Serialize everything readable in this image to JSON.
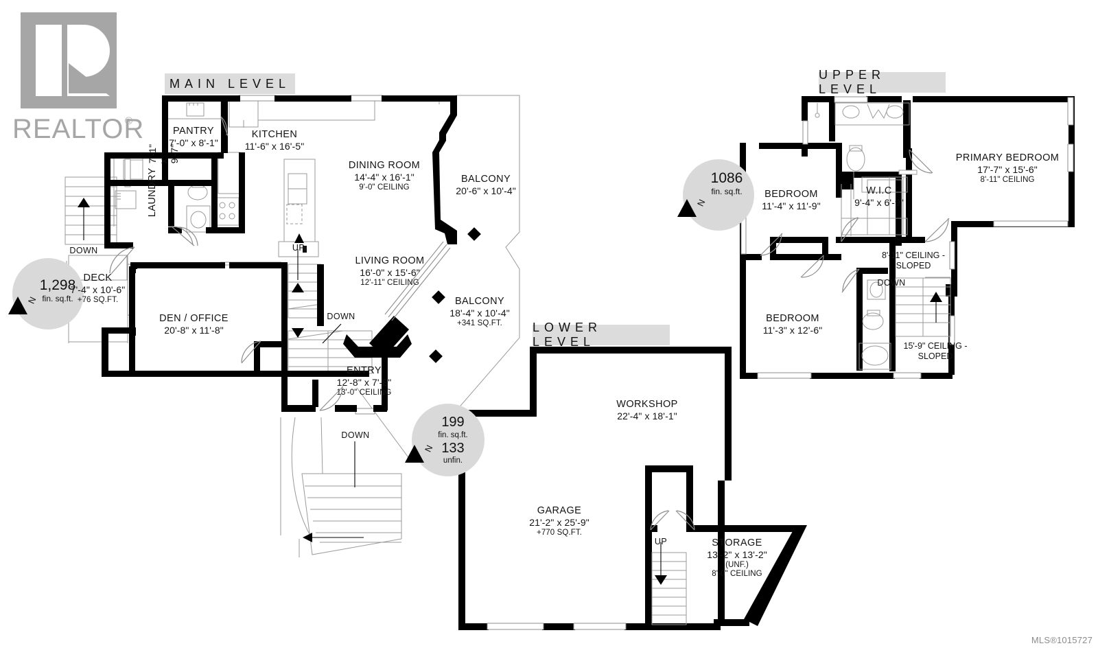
{
  "branding": {
    "logo_word": "REALTOR",
    "logo_registered": "®",
    "logo_icon": "realtor-r-logo"
  },
  "mls": {
    "label": "MLS®1015727"
  },
  "levels": [
    {
      "id": "main",
      "title": "MAIN  LEVEL"
    },
    {
      "id": "lower",
      "title": "LOWER  LEVEL"
    },
    {
      "id": "upper",
      "title": "UPPER  LEVEL"
    }
  ],
  "compasses": [
    {
      "id": "main-compass",
      "finished_area": "1,298",
      "finished_unit": "fin. sq.ft.",
      "unfinished_area": null,
      "unfinished_unit": null,
      "north_letter": "N"
    },
    {
      "id": "lower-compass",
      "finished_area": "199",
      "finished_unit": "fin. sq.ft.",
      "unfinished_area": "133",
      "unfinished_unit": "unfin.",
      "north_letter": "N"
    },
    {
      "id": "upper-compass",
      "finished_area": "1086",
      "finished_unit": "fin. sq.ft.",
      "unfinished_area": null,
      "unfinished_unit": null,
      "north_letter": "N"
    }
  ],
  "main_level": {
    "rooms": [
      {
        "name": "PANTRY",
        "dim": "7'-0\" x 8'-1\"",
        "ceiling": null
      },
      {
        "name": "KITCHEN",
        "dim": "11'-6\" x 16'-5\"",
        "ceiling": null
      },
      {
        "name": "LAUNDRY",
        "dim": "7'-1\" x 9'-7\"",
        "ceiling": null,
        "rotated": true
      },
      {
        "name": "DINING ROOM",
        "dim": "14'-4\" x 16'-1\"",
        "ceiling": "9'-0\" CEILING"
      },
      {
        "name": "LIVING ROOM",
        "dim": "16'-0\" x 15'-6\"",
        "ceiling": "12'-11\" CEILING"
      },
      {
        "name": "BALCONY",
        "dim": "20'-6\" x 10'-4\"",
        "ceiling": null
      },
      {
        "name": "BALCONY",
        "dim": "18'-4\" x 10'-4\"",
        "ceiling": null,
        "extra": "+341 SQ.FT."
      },
      {
        "name": "DECK",
        "dim": "7'-4\" x 10'-6\"",
        "ceiling": null,
        "extra": "+76 SQ.FT."
      },
      {
        "name": "DEN / OFFICE",
        "dim": "20'-8\" x 11'-8\"",
        "ceiling": null
      },
      {
        "name": "ENTRY",
        "dim": "12'-8\" x 7'-8\"",
        "ceiling": "13'-0\" CEILING"
      }
    ],
    "stair_labels": [
      {
        "text": "DOWN",
        "id": "deck-stair-down"
      },
      {
        "text": "UP",
        "id": "kitchen-stair-up"
      },
      {
        "text": "DOWN",
        "id": "center-stair-down"
      },
      {
        "text": "DOWN",
        "id": "entry-stair-down"
      }
    ]
  },
  "lower_level": {
    "rooms": [
      {
        "name": "WORKSHOP",
        "dim": "22'-4\" x 18'-1\"",
        "ceiling": null
      },
      {
        "name": "GARAGE",
        "dim": "21'-2\" x 25'-9\"",
        "ceiling": null,
        "extra": "+770 SQ.FT."
      },
      {
        "name": "STORAGE",
        "dim": "13'-2\" x 13'-2\"",
        "ceiling": "8'-0\" CEILING",
        "note": "(UNF.)"
      }
    ],
    "stair_labels": [
      {
        "text": "UP",
        "id": "garage-stair-up"
      }
    ]
  },
  "upper_level": {
    "rooms": [
      {
        "name": "BEDROOM",
        "dim": "11'-4\" x 11'-9\"",
        "ceiling": null
      },
      {
        "name": "BEDROOM",
        "dim": "11'-3\" x 12'-6\"",
        "ceiling": null
      },
      {
        "name": "W.I.C",
        "dim": "9'-4\" x 6'-9\"",
        "ceiling": null
      },
      {
        "name": "PRIMARY BEDROOM",
        "dim": "17'-7\" x 15'-6\"",
        "ceiling": "8'-11\" CEILING"
      }
    ],
    "ceiling_notes": [
      {
        "line1": "8'-11\" CEILING -",
        "line2": "SLOPED"
      },
      {
        "line1": "15'-9\" CEILING -",
        "line2": "SLOPED"
      }
    ],
    "stair_labels": [
      {
        "text": "DOWN",
        "id": "upper-stair-down"
      }
    ]
  },
  "colors": {
    "wall": "#000000",
    "thin": "#8f8f8f",
    "level_tag_bg": "#dcdcdc",
    "compass_disc": "#d9d9d9",
    "logo_gray": "#a6a6a6",
    "mls_gray": "#8c8c8c"
  }
}
